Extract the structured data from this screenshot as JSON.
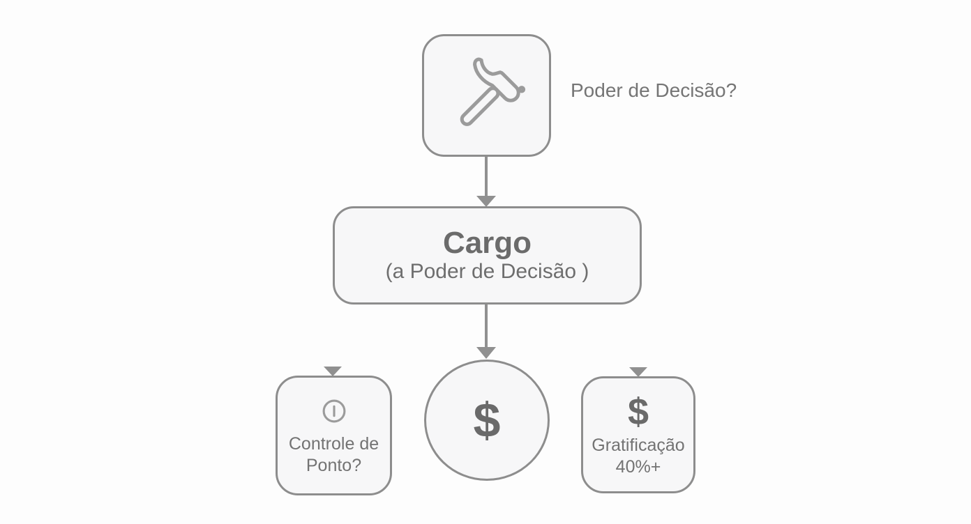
{
  "palette": {
    "background": "#fdfdfd",
    "node_fill": "#f7f7f8",
    "node_border": "#8d8d8d",
    "arrow": "#909090",
    "text": "#6e6e6e",
    "icon_stroke": "#9b9b9b"
  },
  "nodes": {
    "decision_tool": {
      "icon": "hammer-icon"
    },
    "cargo": {
      "title": "Cargo",
      "subtitle": "(a Poder de Decisão )"
    },
    "money": {
      "symbol": "$"
    },
    "time_control": {
      "icon": "clock-icon",
      "line1": "Controle de",
      "line2": "Ponto?"
    },
    "bonus": {
      "icon": "dollar-sign",
      "symbol": "$",
      "line1": "Gratificação",
      "line2": "40%+"
    }
  },
  "annotation": {
    "text": "Poder de Decisão?"
  }
}
